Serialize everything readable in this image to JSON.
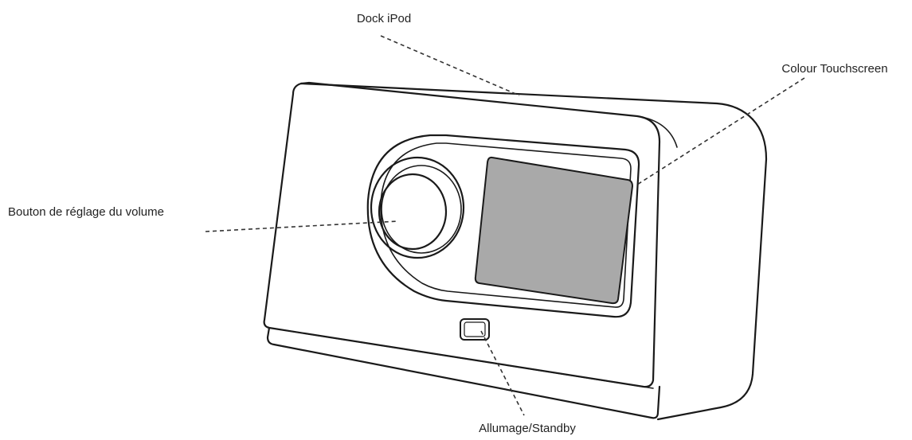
{
  "labels": {
    "dock": "Dock iPod",
    "touchscreen": "Colour Touchscreen",
    "volume": "Bouton de réglage du volume",
    "power": "Allumage/Standby"
  },
  "colors": {
    "outline": "#1a1a1a",
    "screen_fill": "#a9a9a9",
    "leader": "#333333",
    "background": "#ffffff"
  }
}
